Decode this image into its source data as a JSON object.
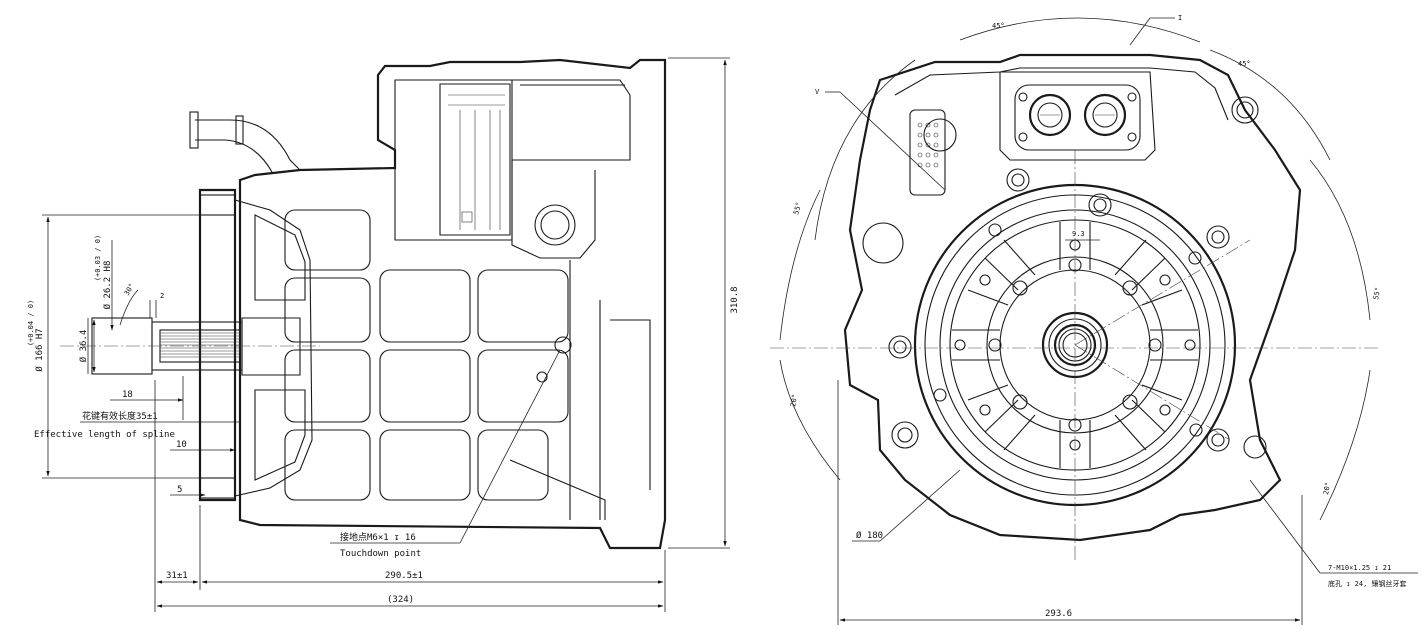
{
  "left_view": {
    "dims": {
      "height_total": "310.8",
      "dia_166": "Ø 166 H7",
      "dia_166_tol": "(+0.04 / 0)",
      "dia_36": "Ø 36.4",
      "dia_26": "Ø 26.2 H8",
      "dia_26_tol": "(+0.03 / 0)",
      "angle_30": "30°",
      "d2": "2",
      "d18": "18",
      "d10": "10",
      "d5": "5",
      "d31": "31±1",
      "d290": "290.5±1",
      "d324": "(324)"
    },
    "notes": {
      "spline_cn": "花键有效长度35±1",
      "spline_en": "Effective length of spline",
      "touchdown_cn": "接地点M6×1 ↧ 16",
      "touchdown_en": "Touchdown point"
    }
  },
  "right_view": {
    "dims": {
      "a45_top": "45°",
      "a45_right": "45°",
      "a55_left": "55°",
      "a55_right": "55°",
      "a20_left": "20°",
      "a20_right": "20°",
      "d93": "9.3",
      "dia180": "Ø 180",
      "width": "293.6",
      "label_I": "I",
      "label_V": "V"
    },
    "notes": {
      "holes_line1": "7-M10×1.25 ↧ 21",
      "holes_line2": "底孔 ↧ 24, 镶钢丝牙套"
    }
  }
}
